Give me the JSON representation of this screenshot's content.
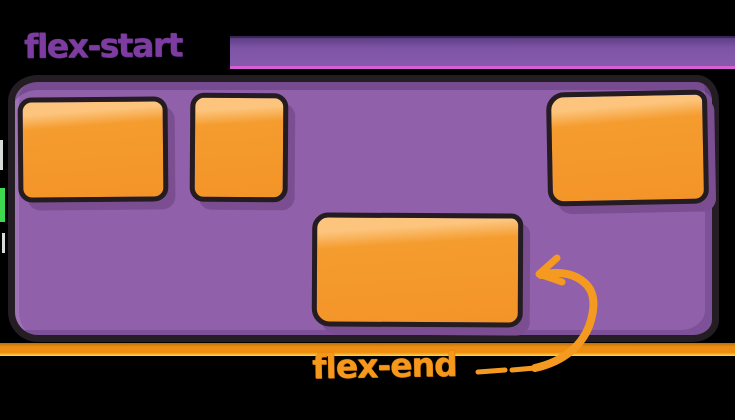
{
  "labels": {
    "flex_start": "flex-start",
    "flex_end": "flex-end"
  },
  "icons": {
    "flex_end_arrow": "hand-drawn curved arrow from flex-end label pointing to the bottom flex item"
  },
  "figure": {
    "description": "Hand-drawn flexbox alignment illustration: purple flex container holding four orange flex items (two top-left, one top-right, one bottom-center)",
    "item_count": 4
  },
  "colors": {
    "background": "#000000",
    "flex_start_text": "#7d3da0",
    "flex_end_text": "#f6981c",
    "arrow": "#f59a20",
    "container_fill": "#9160ab",
    "container_border": "#241d24",
    "item_fill": "#f59c2f",
    "item_highlight": "#fcc47c",
    "item_border": "#241c20",
    "item_shadow": "#7e5096",
    "top_band_fill": "#8152a5",
    "top_band_underline": "#d65fd6",
    "bottom_band_fill": "#ee8d12",
    "bottom_band_underline": "#ffd84d"
  }
}
